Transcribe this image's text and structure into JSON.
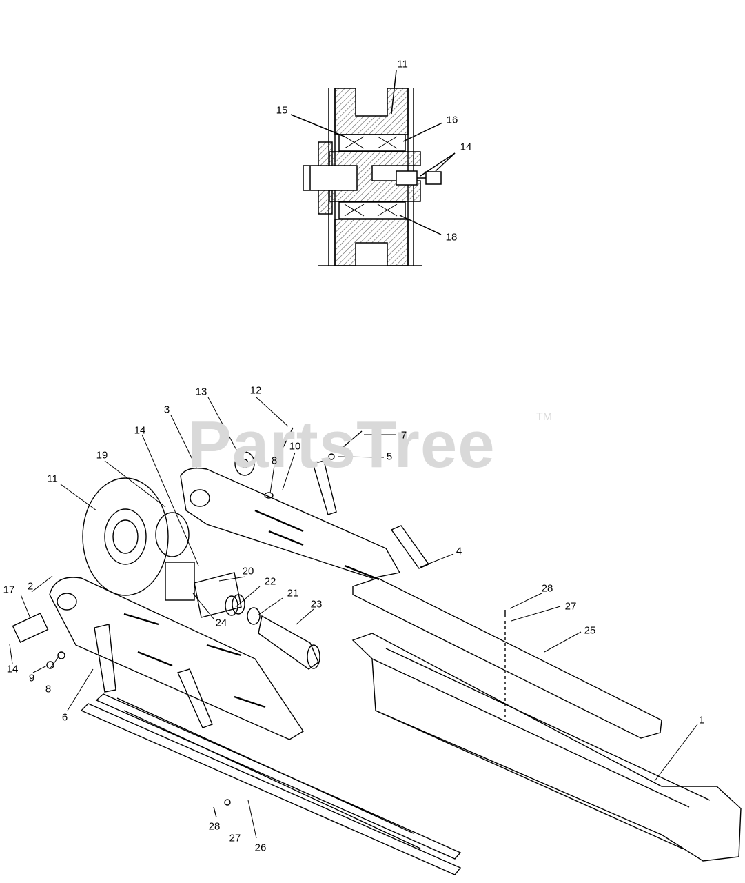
{
  "watermark": {
    "text": "PartsTree",
    "trademark": "TM"
  },
  "colors": {
    "line": "#000000",
    "watermark": "#d9d9d9",
    "hatch": "#555555",
    "background": "#ffffff"
  },
  "detail_view": {
    "callouts": [
      "11",
      "15",
      "16",
      "14",
      "18"
    ]
  },
  "exploded_view": {
    "callouts": [
      "13",
      "12",
      "3",
      "7",
      "14",
      "10",
      "5",
      "19",
      "8",
      "11",
      "4",
      "2",
      "20",
      "22",
      "17",
      "21",
      "28",
      "24",
      "27",
      "23",
      "25",
      "14",
      "9",
      "8",
      "6",
      "1",
      "28",
      "27",
      "26"
    ]
  }
}
